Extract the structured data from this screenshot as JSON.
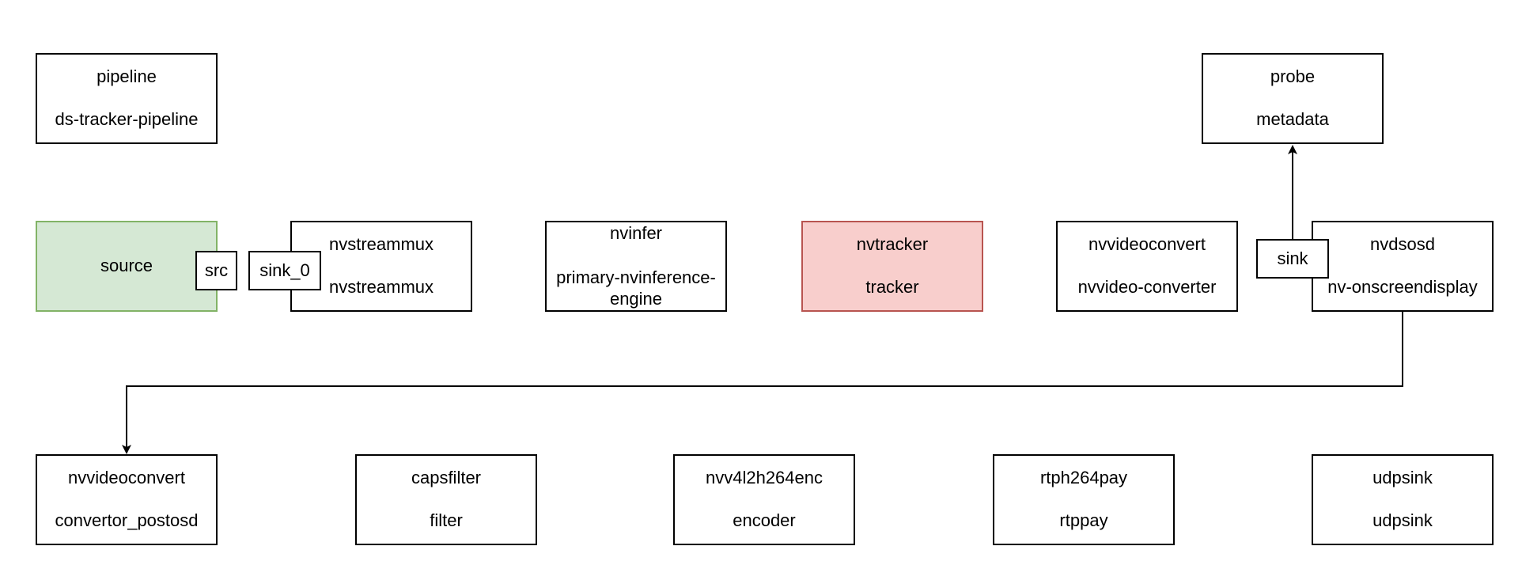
{
  "nodes": {
    "pipeline": {
      "type": "pipeline",
      "name": "ds-tracker-pipeline"
    },
    "probe": {
      "type": "probe",
      "name": "metadata"
    },
    "source": {
      "label": "source"
    },
    "nvstreammux": {
      "type": "nvstreammux",
      "name": "nvstreammux"
    },
    "nvinfer": {
      "type": "nvinfer",
      "name": "primary-nvinference-engine"
    },
    "nvtracker": {
      "type": "nvtracker",
      "name": "tracker"
    },
    "nvvideoconvert": {
      "type": "nvvideoconvert",
      "name": "nvvideo-converter"
    },
    "nvdsosd": {
      "type": "nvdsosd",
      "name": "nv-onscreendisplay"
    },
    "nvvideoconvert_post": {
      "type": "nvvideoconvert",
      "name": "convertor_postosd"
    },
    "capsfilter": {
      "type": "capsfilter",
      "name": "filter"
    },
    "encoder": {
      "type": "nvv4l2h264enc",
      "name": "encoder"
    },
    "rtppay": {
      "type": "rtph264pay",
      "name": "rtppay"
    },
    "udpsink": {
      "type": "udpsink",
      "name": "udpsink"
    }
  },
  "ports": {
    "src": "src",
    "sink_0": "sink_0",
    "sink": "sink"
  },
  "colors": {
    "source_fill": "#d5e8d4",
    "source_stroke": "#82b366",
    "tracker_fill": "#f8cecc",
    "tracker_stroke": "#b85450"
  }
}
